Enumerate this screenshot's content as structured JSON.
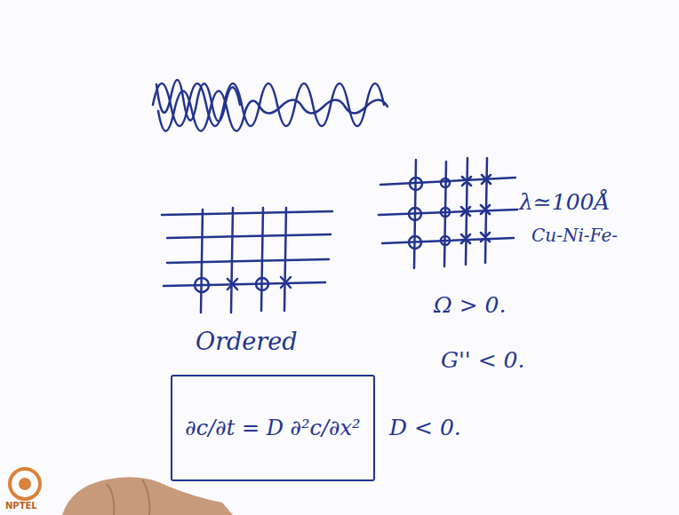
{
  "diagram": {
    "nodes": [
      {
        "text": [
          "∂c/∂t = D ∂²c/∂x²"
        ]
      }
    ],
    "labels": [
      "λ≃100Å",
      "Cu-Ni-Fe-",
      "Ordered",
      "Ω > 0.",
      "G'' < 0.",
      "D < 0.",
      "NPTEL"
    ]
  }
}
